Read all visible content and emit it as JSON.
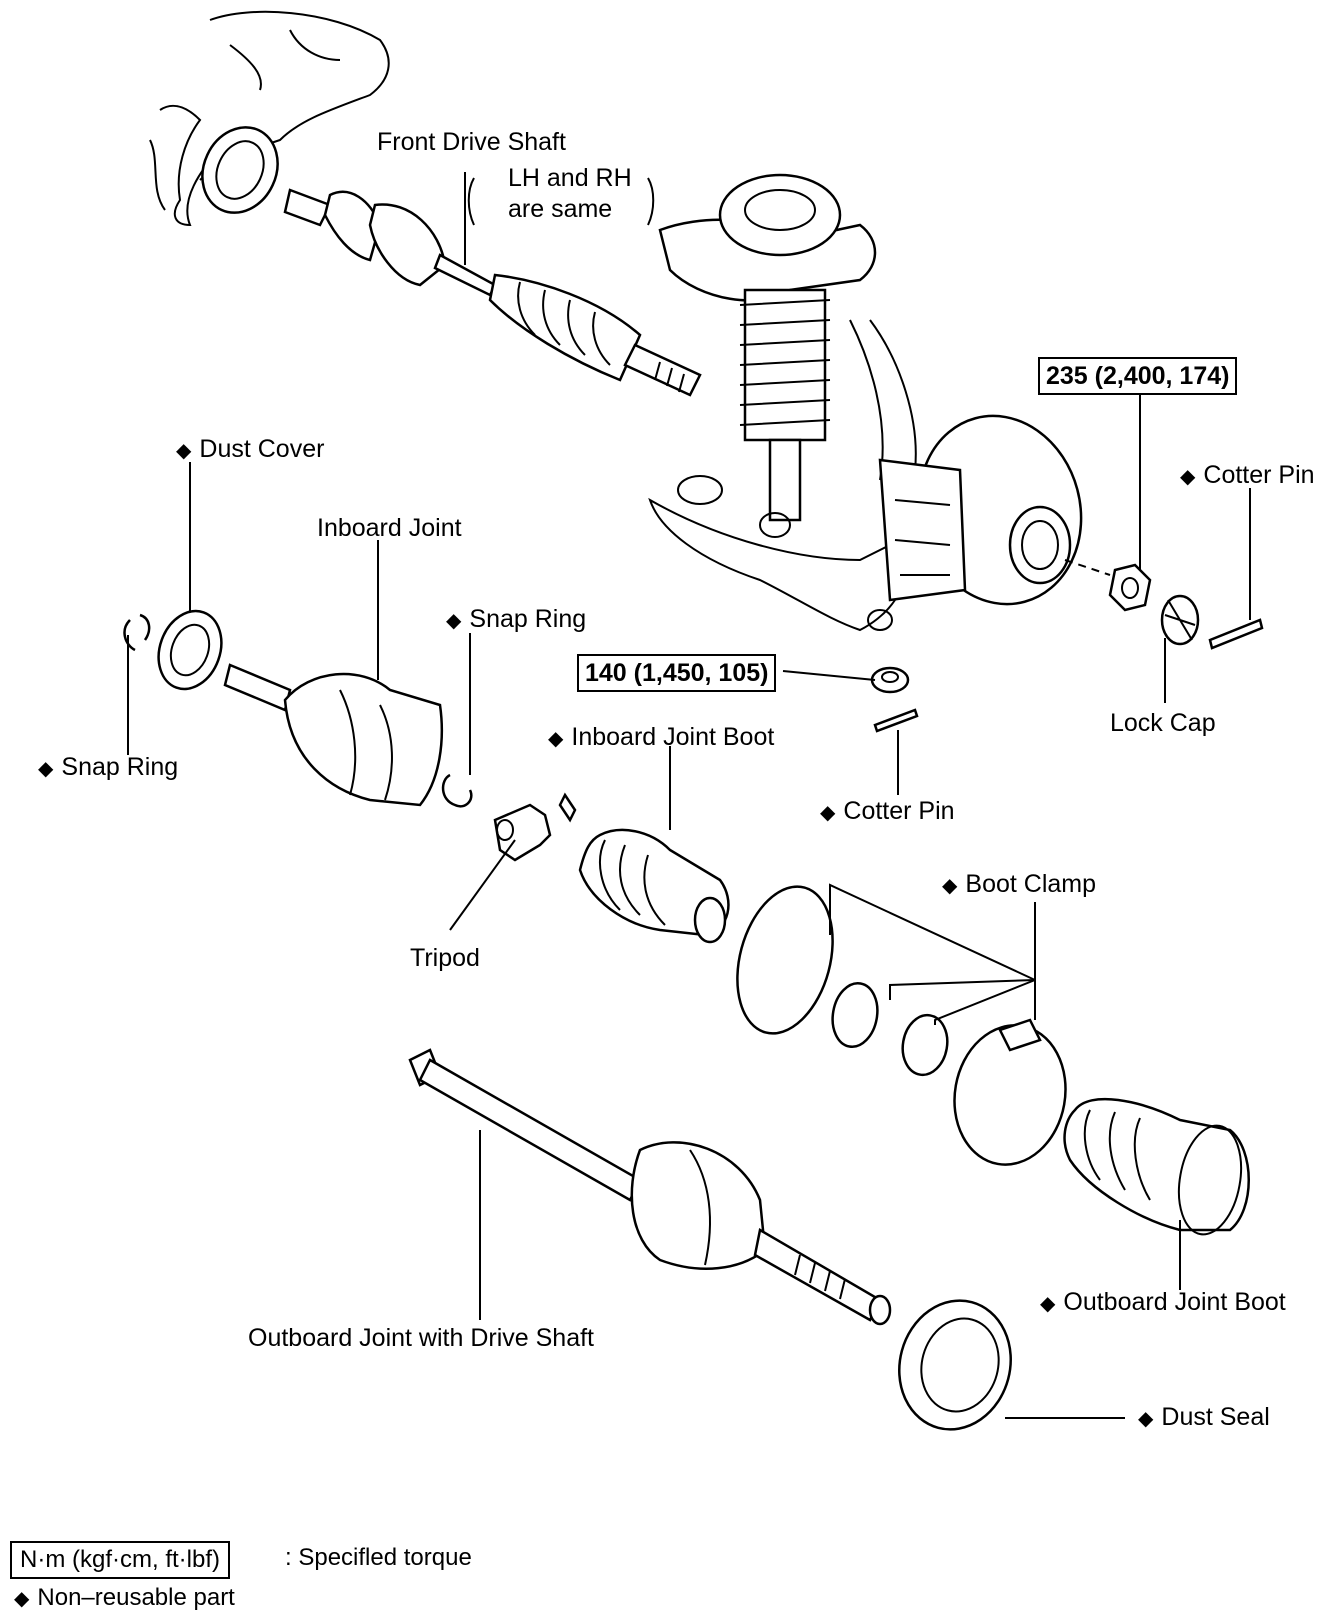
{
  "labels": {
    "front_drive_shaft": "Front Drive Shaft",
    "lh_rh_line1": "LH and RH",
    "lh_rh_line2": "are same",
    "dust_cover": "Dust Cover",
    "inboard_joint": "Inboard Joint",
    "snap_ring_upper": "Snap Ring",
    "snap_ring_left": "Snap Ring",
    "inboard_joint_boot": "Inboard Joint Boot",
    "tripod": "Tripod",
    "cotter_pin_right": "Cotter Pin",
    "cotter_pin_mid": "Cotter Pin",
    "lock_cap": "Lock Cap",
    "boot_clamp": "Boot Clamp",
    "outboard_joint_boot": "Outboard Joint Boot",
    "outboard_joint_shaft": "Outboard Joint with Drive Shaft",
    "dust_seal": "Dust Seal"
  },
  "torques": {
    "lock_nut": "235 (2,400, 174)",
    "ball_joint_nut": "140 (1,450, 105)"
  },
  "legend": {
    "torque_units": "N·m (kgf·cm, ft·lbf)",
    "torque_desc": ": Specifled torque",
    "non_reusable": "Non–reusable part"
  },
  "symbols": {
    "non_reusable_mark": "◆"
  },
  "icons": {
    "non_reusable_mark": "black-diamond-icon"
  }
}
